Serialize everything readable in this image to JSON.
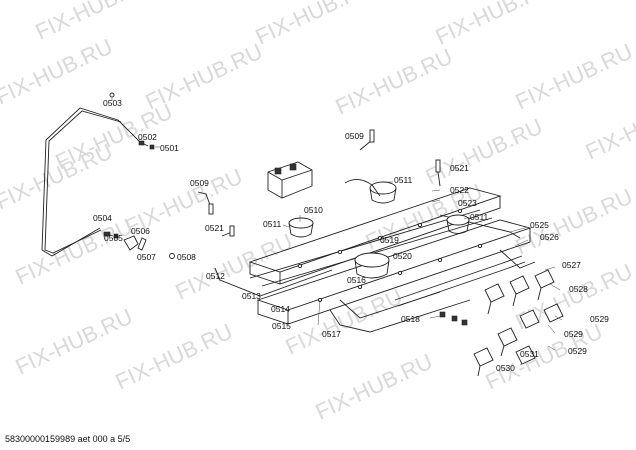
{
  "watermark": "FIX-HUB.RU",
  "footer": "58300000159989 aet 000 a 5/5",
  "part_labels": {
    "p0503": "0503",
    "p0502": "0502",
    "p0501": "0501",
    "p0504": "0504",
    "p0505": "0505",
    "p0506": "0506",
    "p0507": "0507",
    "p0508": "0508",
    "p0509a": "0509",
    "p0509b": "0509",
    "p0510": "0510",
    "p0511a": "0511",
    "p0511b": "0511",
    "p0511c": "0511",
    "p0512": "0512",
    "p0513": "0513",
    "p0514": "0514",
    "p0515": "0515",
    "p0516": "0516",
    "p0517": "0517",
    "p0518": "0518",
    "p0519": "0519",
    "p0520": "0520",
    "p0521a": "0521",
    "p0521b": "0521",
    "p0522": "0522",
    "p0523": "0523",
    "p0525": "0525",
    "p0526": "0526",
    "p0527": "0527",
    "p0528": "0528",
    "p0529a": "0529",
    "p0529b": "0529",
    "p0529c": "0529",
    "p0530": "0530",
    "p0531": "0531"
  }
}
